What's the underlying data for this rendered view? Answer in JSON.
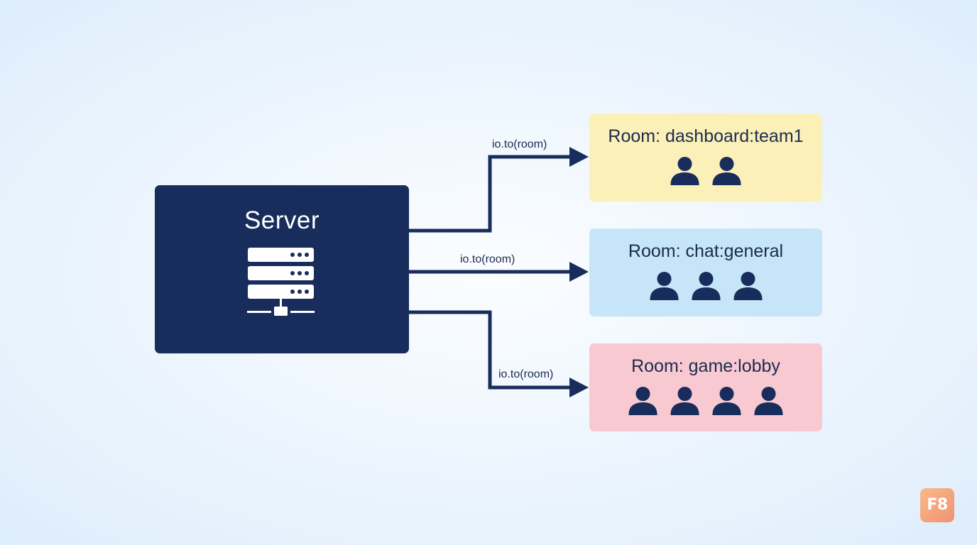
{
  "server": {
    "title": "Server",
    "icon": "server-rack-icon",
    "color": "#182d5c"
  },
  "edges": [
    {
      "label": "io.to(room)",
      "target": "dashboard"
    },
    {
      "label": "io.to(room)",
      "target": "chat"
    },
    {
      "label": "io.to(room)",
      "target": "game"
    }
  ],
  "rooms": [
    {
      "label": "Room: dashboard:team1",
      "members": 2,
      "color": "#fbf0b8",
      "icon": "person-icon"
    },
    {
      "label": "Room: chat:general",
      "members": 3,
      "color": "#c6e5f8",
      "icon": "person-icon"
    },
    {
      "label": "Room: game:lobby",
      "members": 4,
      "color": "#f8c9d0",
      "icon": "person-icon"
    }
  ],
  "colors": {
    "line": "#182d5c",
    "text": "#1c2b4f"
  },
  "logo": {
    "text": "F8"
  }
}
